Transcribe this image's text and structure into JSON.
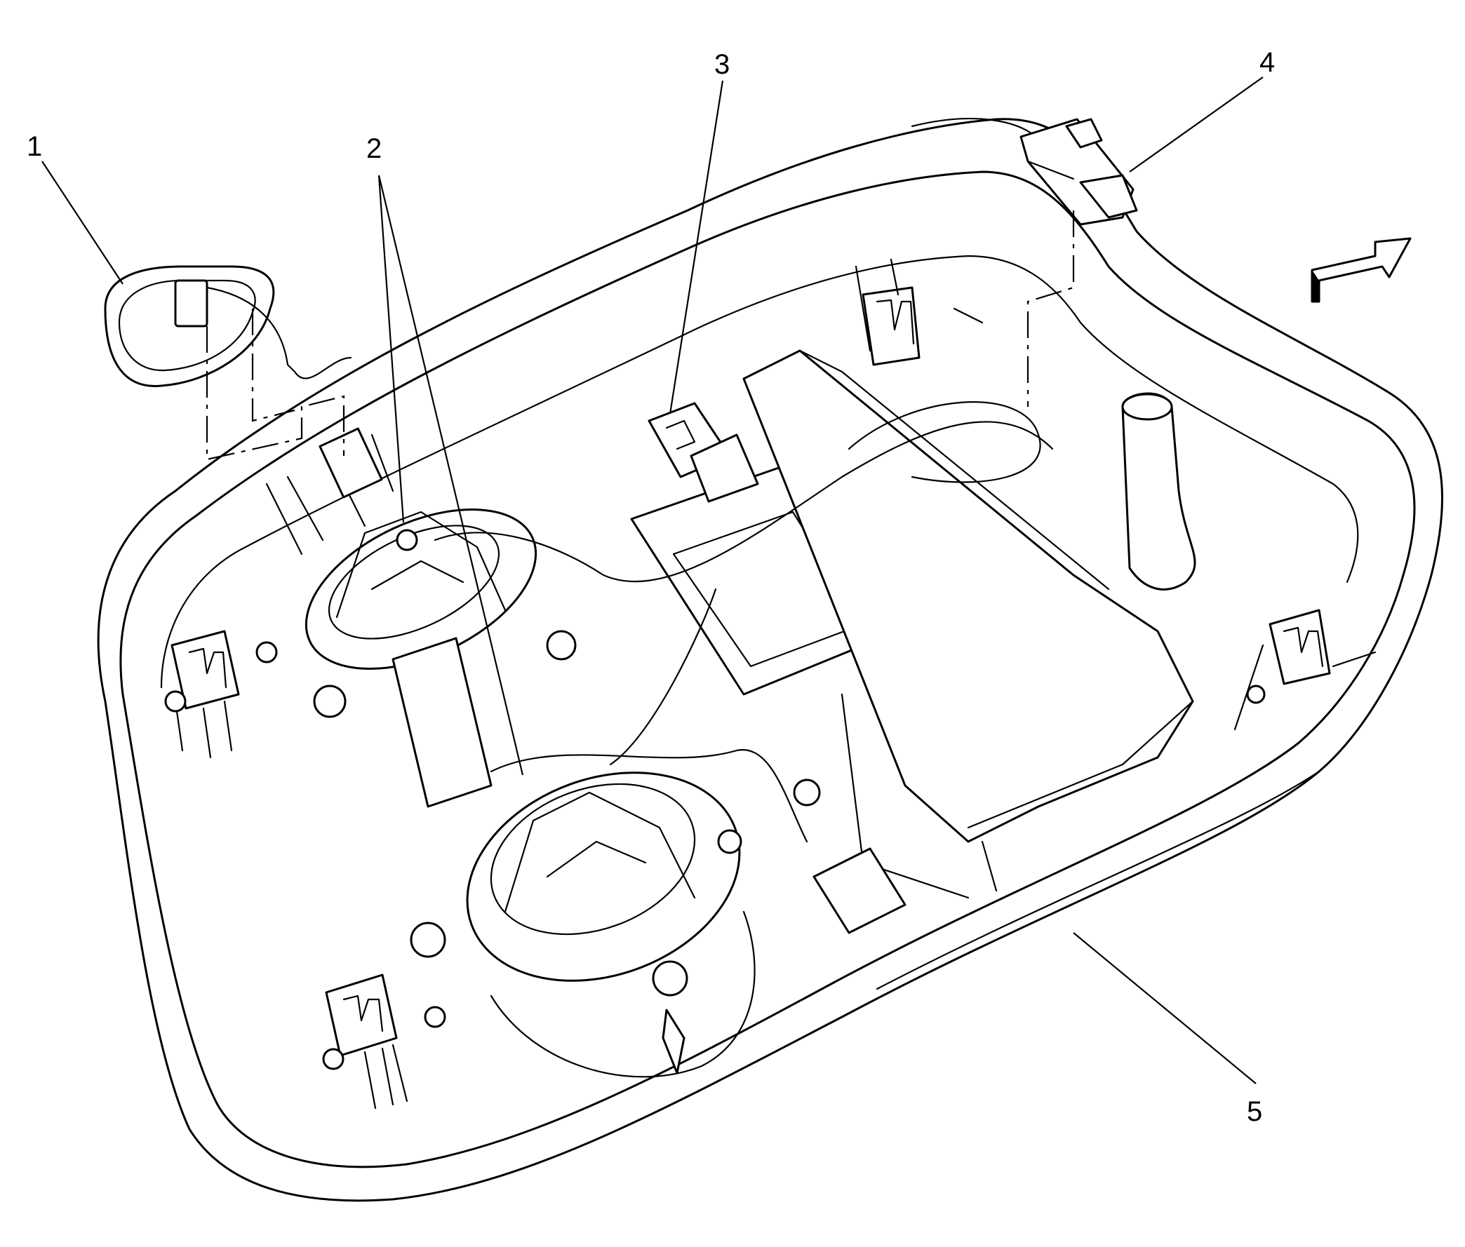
{
  "callouts": {
    "c1": "1",
    "c2": "2",
    "c3": "3",
    "c4": "4",
    "c5": "5"
  },
  "colors": {
    "line": "#000000",
    "background": "#ffffff"
  },
  "icons": {
    "direction_arrow": "arrow-right-icon"
  }
}
